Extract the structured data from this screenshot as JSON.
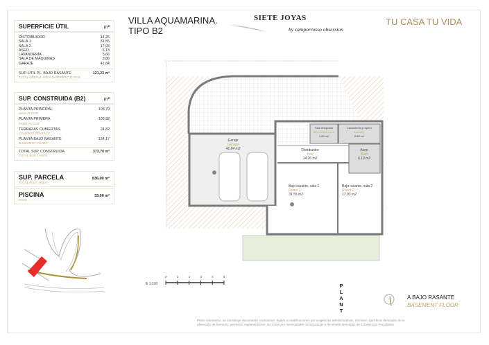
{
  "header": {
    "title_line1": "VILLA AQUAMARINA.",
    "title_line2": "TIPO B2",
    "brand": "SIETE JOYAS",
    "brand_sub": "by camporrosso obsession",
    "slogan": "TU CASA TU VIDA"
  },
  "useful": {
    "title": "SUPERFICIE ÚTIL",
    "unit": "m²",
    "items": [
      {
        "label": "DISTRIBUIDOR",
        "value": "14,26"
      },
      {
        "label": "SALA 1",
        "value": "31,55"
      },
      {
        "label": "SALA 2",
        "value": "17,93"
      },
      {
        "label": "ASEO",
        "value": "6,13"
      },
      {
        "label": "LAVANDERÍA",
        "value": "5,66"
      },
      {
        "label": "SALA DE MÁQUINAS",
        "value": "3,86"
      },
      {
        "label": "GARAJE",
        "value": "41,84"
      }
    ],
    "total_label": "SUP. ÚTIL PL. BAJO RASANTE",
    "total_en": "TOTAL USEFUL AREA BASEMENT FLOOR",
    "total_value": "121,23 m²"
  },
  "built": {
    "title": "SUP. CONSTRUIDA (B2)",
    "unit": "m²",
    "items": [
      {
        "label": "PLANTA PRINCIPAL",
        "en": "MAIN FLOOR",
        "value": "108,79"
      },
      {
        "label": "PLANTA PRIMERA",
        "en": "FIRST FLOOR",
        "value": "105,92"
      },
      {
        "label": "TERRAZAS CUBIERTAS",
        "en": "COVERED TERRACE",
        "value": "24,82"
      },
      {
        "label": "PLANTA BAJO RASANTE",
        "en": "BASEMENT FLOOR",
        "value": "134,17"
      }
    ],
    "total_label": "TOTAL SUP. CONSTRUIDA",
    "total_en": "TOTAL BUILT AREA",
    "total_value": "373,70 m²"
  },
  "plot": {
    "title": "SUP. PARCELA",
    "en": "TOTAL PLOT AREA",
    "value": "836,00 m²"
  },
  "pool": {
    "title": "PISCINA",
    "en": "POOL",
    "value": "33,00 m²"
  },
  "rooms": {
    "garage": {
      "es": "Garaje",
      "en": "Garage",
      "area": "41.84 m2"
    },
    "machines": {
      "es": "Sala máquinas",
      "en": "Mechanical room",
      "area": "3.86 m2"
    },
    "laundry": {
      "es": "Lavandería y ropero",
      "en": "Laundry",
      "area": "5.66 m2"
    },
    "hall": {
      "es": "Distribuidor",
      "en": "Hall",
      "area": "14.26 m2"
    },
    "bath": {
      "es": "Aseo",
      "en": "Bath",
      "area": "6.13 m2"
    },
    "room1": {
      "es": "Bajo rasante, sala 1",
      "en": "Room 1",
      "area": "31.55 m2"
    },
    "room2": {
      "es": "Bajo rasante, sala 2",
      "en": "Room 2",
      "area": "17.93 m2"
    }
  },
  "scale": {
    "label": "E 1:100",
    "ticks": [
      "0",
      "1",
      "2",
      "3",
      "4",
      "5"
    ]
  },
  "floor": {
    "es": "A BAJO RASANTE",
    "en": "BASEMENT FLOOR",
    "vertical": "PLANT"
  },
  "disclaimer_line1": "Plano orientativo, no constituye documento contractual. Sujeto a modificaciones por exigencias administrativas, técnicas o jurídicas derivadas de la",
  "disclaimer_line2": "obtención de licencia y permisos reglamentarios, así como por necesidades constructivas o de diseño derivadas de la Dirección Facultativa.",
  "colors": {
    "gold": "#b09a5e",
    "wall": "#7a7a7a",
    "hatch": "#e8b890",
    "highlight": "#e52d2d",
    "lawn": "#e8eedc"
  }
}
